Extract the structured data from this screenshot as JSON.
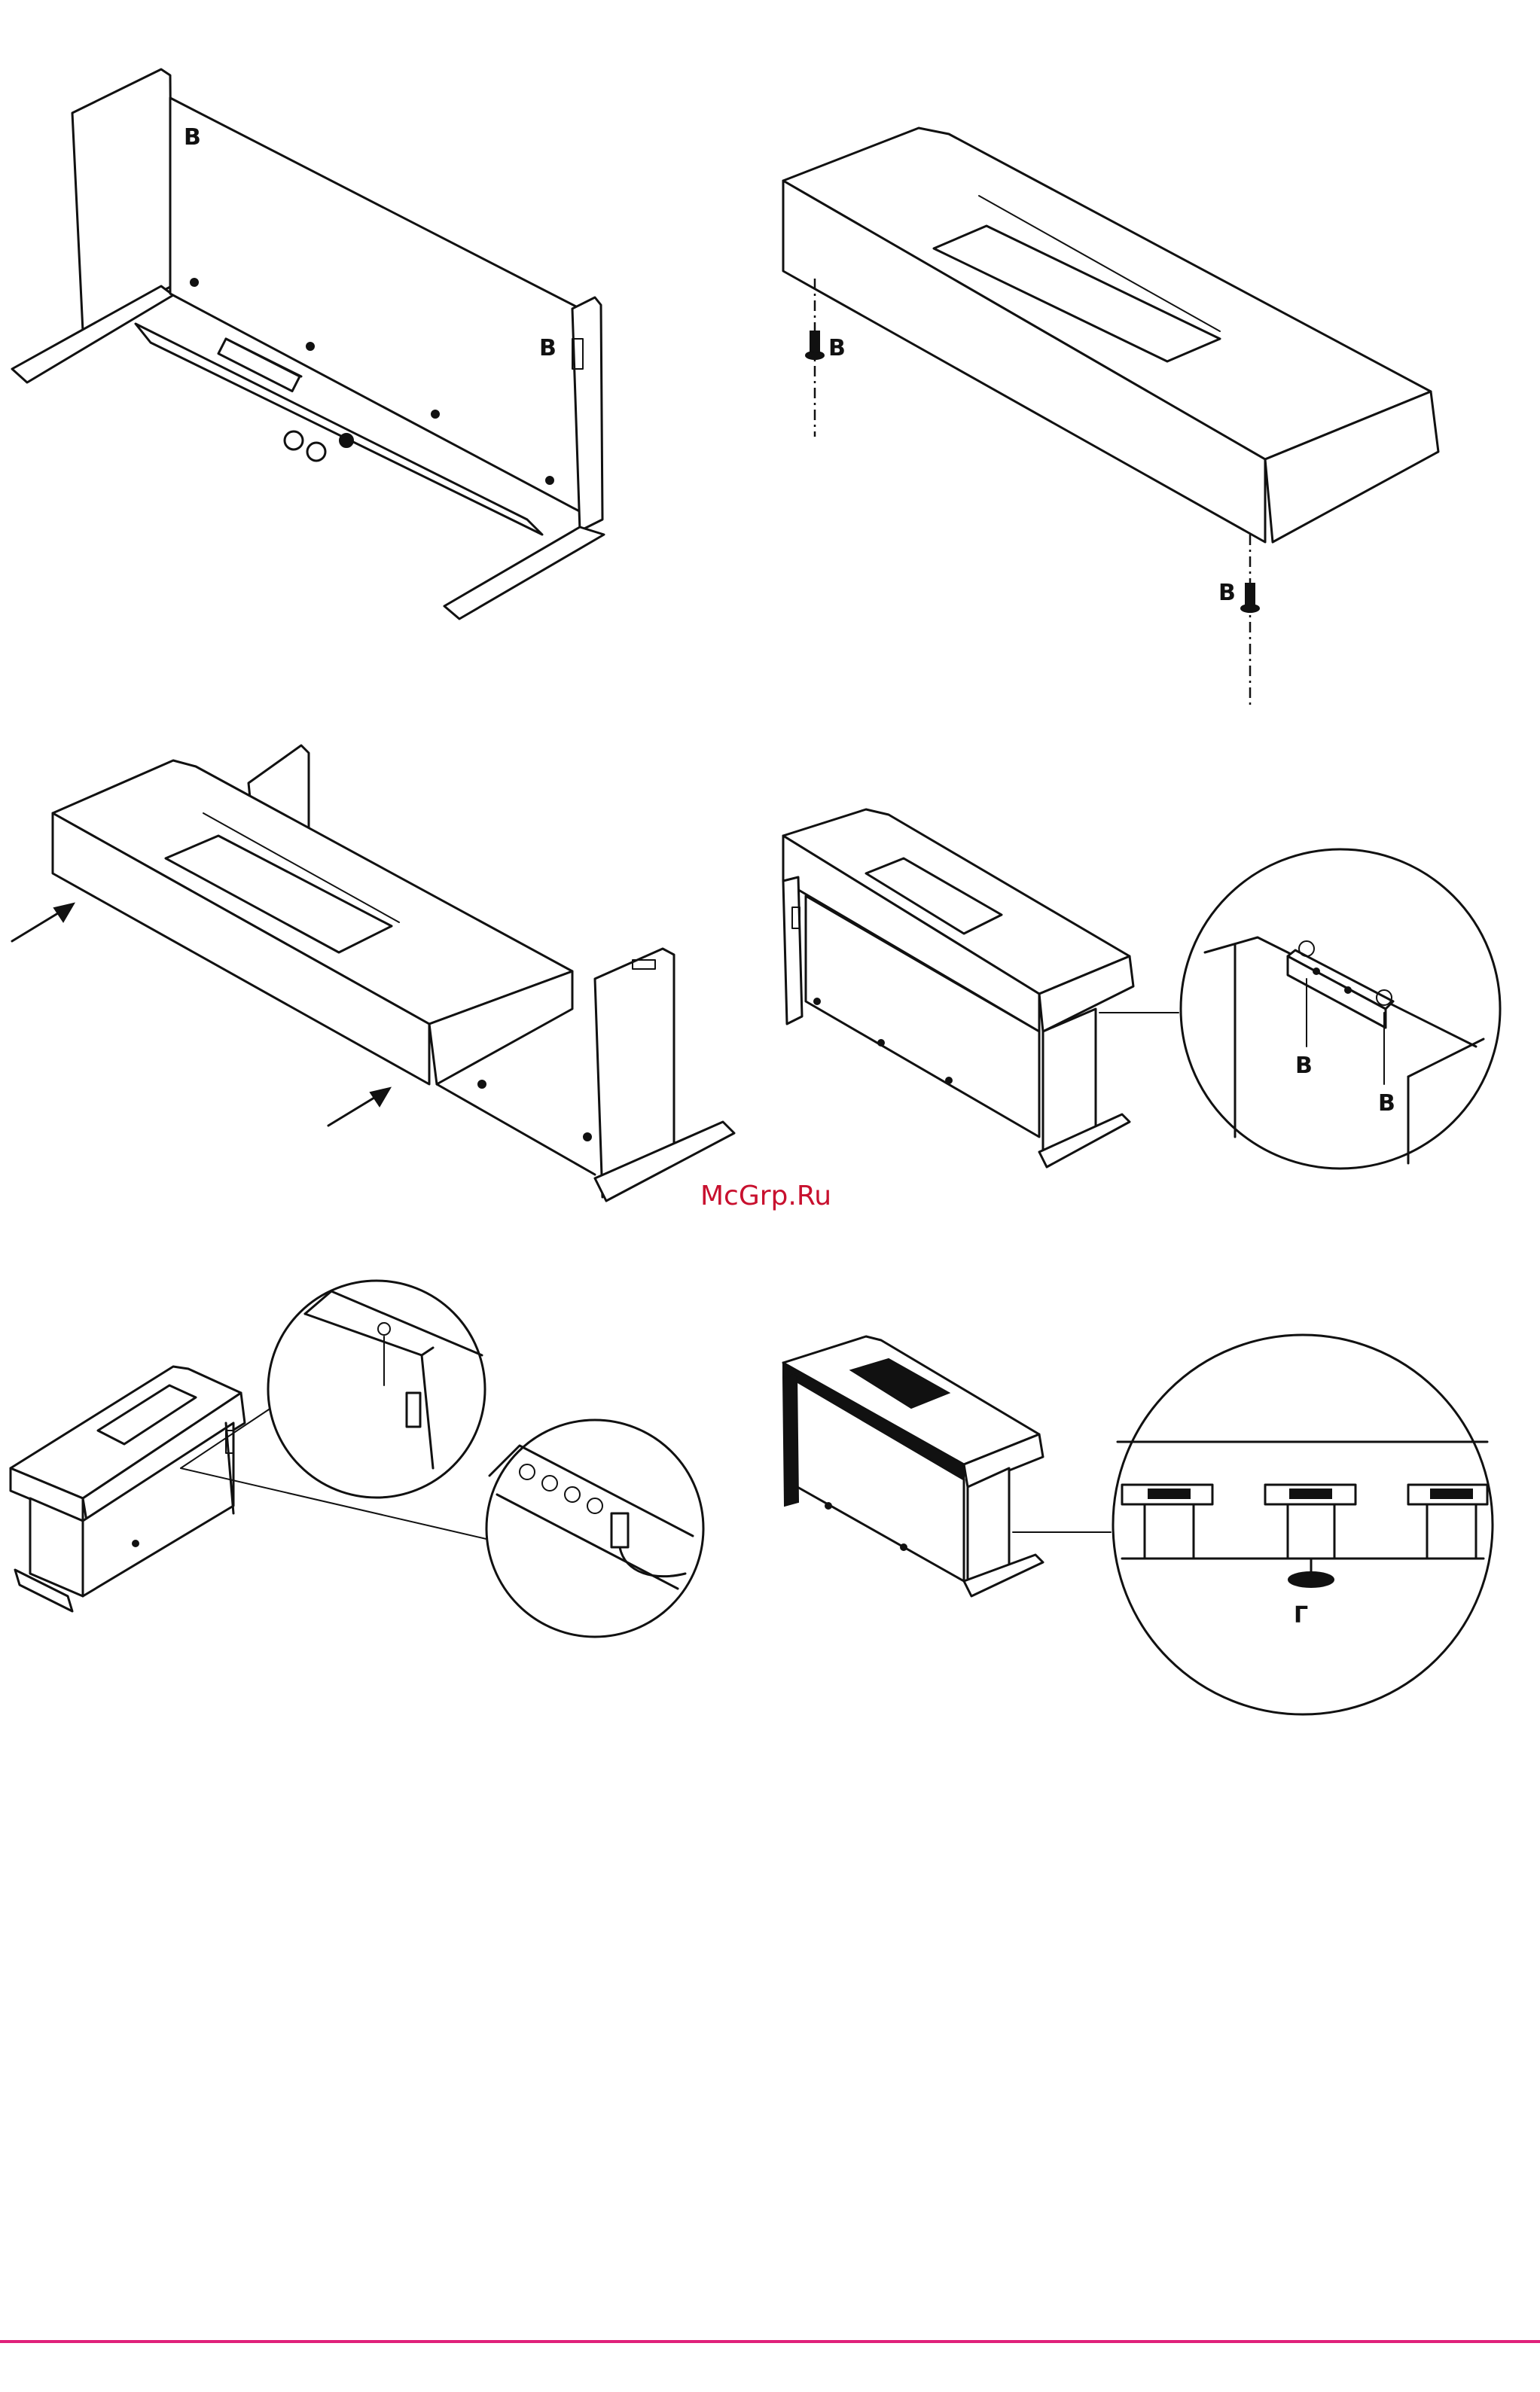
{
  "labels": {
    "screw_b": "B",
    "adjuster_g": "Г"
  },
  "watermark": {
    "text": "McGrp.Ru",
    "color": "#c8102e"
  },
  "footer": {
    "rule_color": "#e0207a"
  },
  "icons": {
    "arrow": "push-arrow-icon",
    "screw": "screw-icon"
  }
}
